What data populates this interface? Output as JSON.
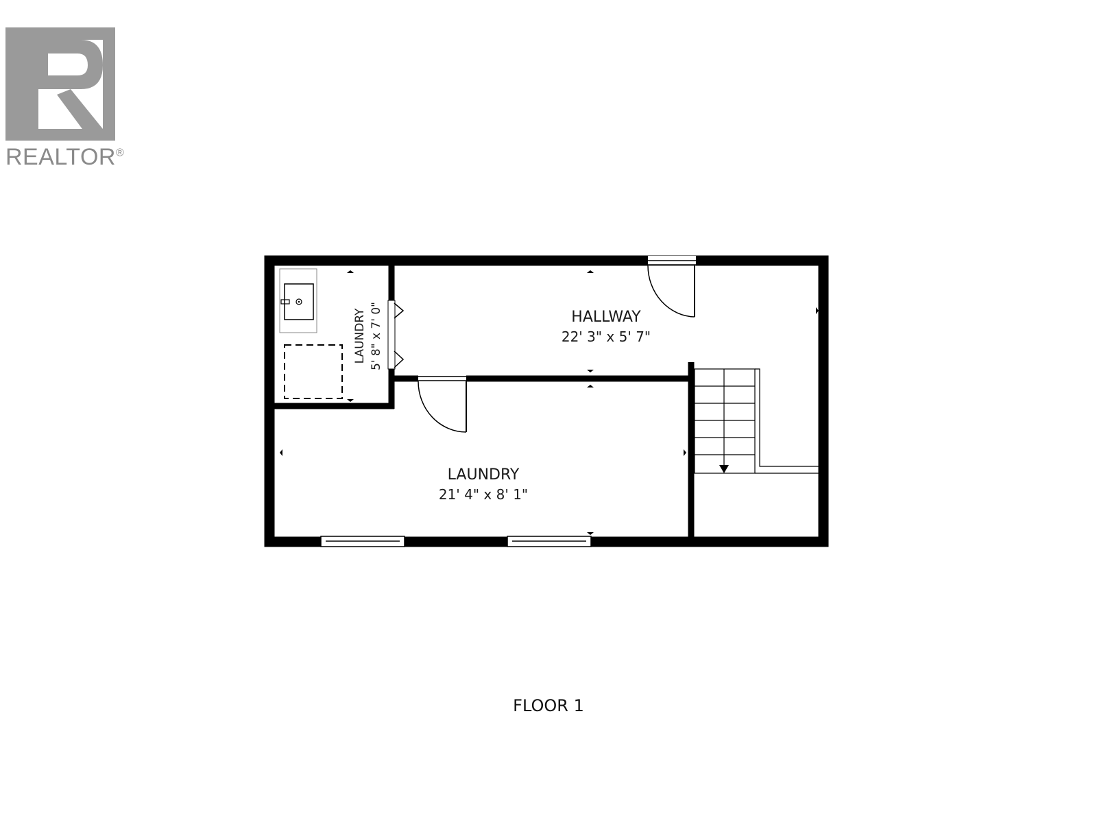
{
  "brand": {
    "logo_letter": "R",
    "name": "REALTOR",
    "mark": "®"
  },
  "rooms": [
    {
      "id": "hallway",
      "name": "HALLWAY",
      "dims": "22' 3\" x 5' 7\""
    },
    {
      "id": "laundry_main",
      "name": "LAUNDRY",
      "dims": "21' 4\" x 8' 1\""
    },
    {
      "id": "laundry_small",
      "name": "LAUNDRY",
      "dims": "5' 8\" x 7' 0\""
    }
  ],
  "floor_label": "FLOOR 1",
  "colors": {
    "wall": "#000000",
    "logo": "#9a9a9a",
    "background": "#ffffff"
  }
}
